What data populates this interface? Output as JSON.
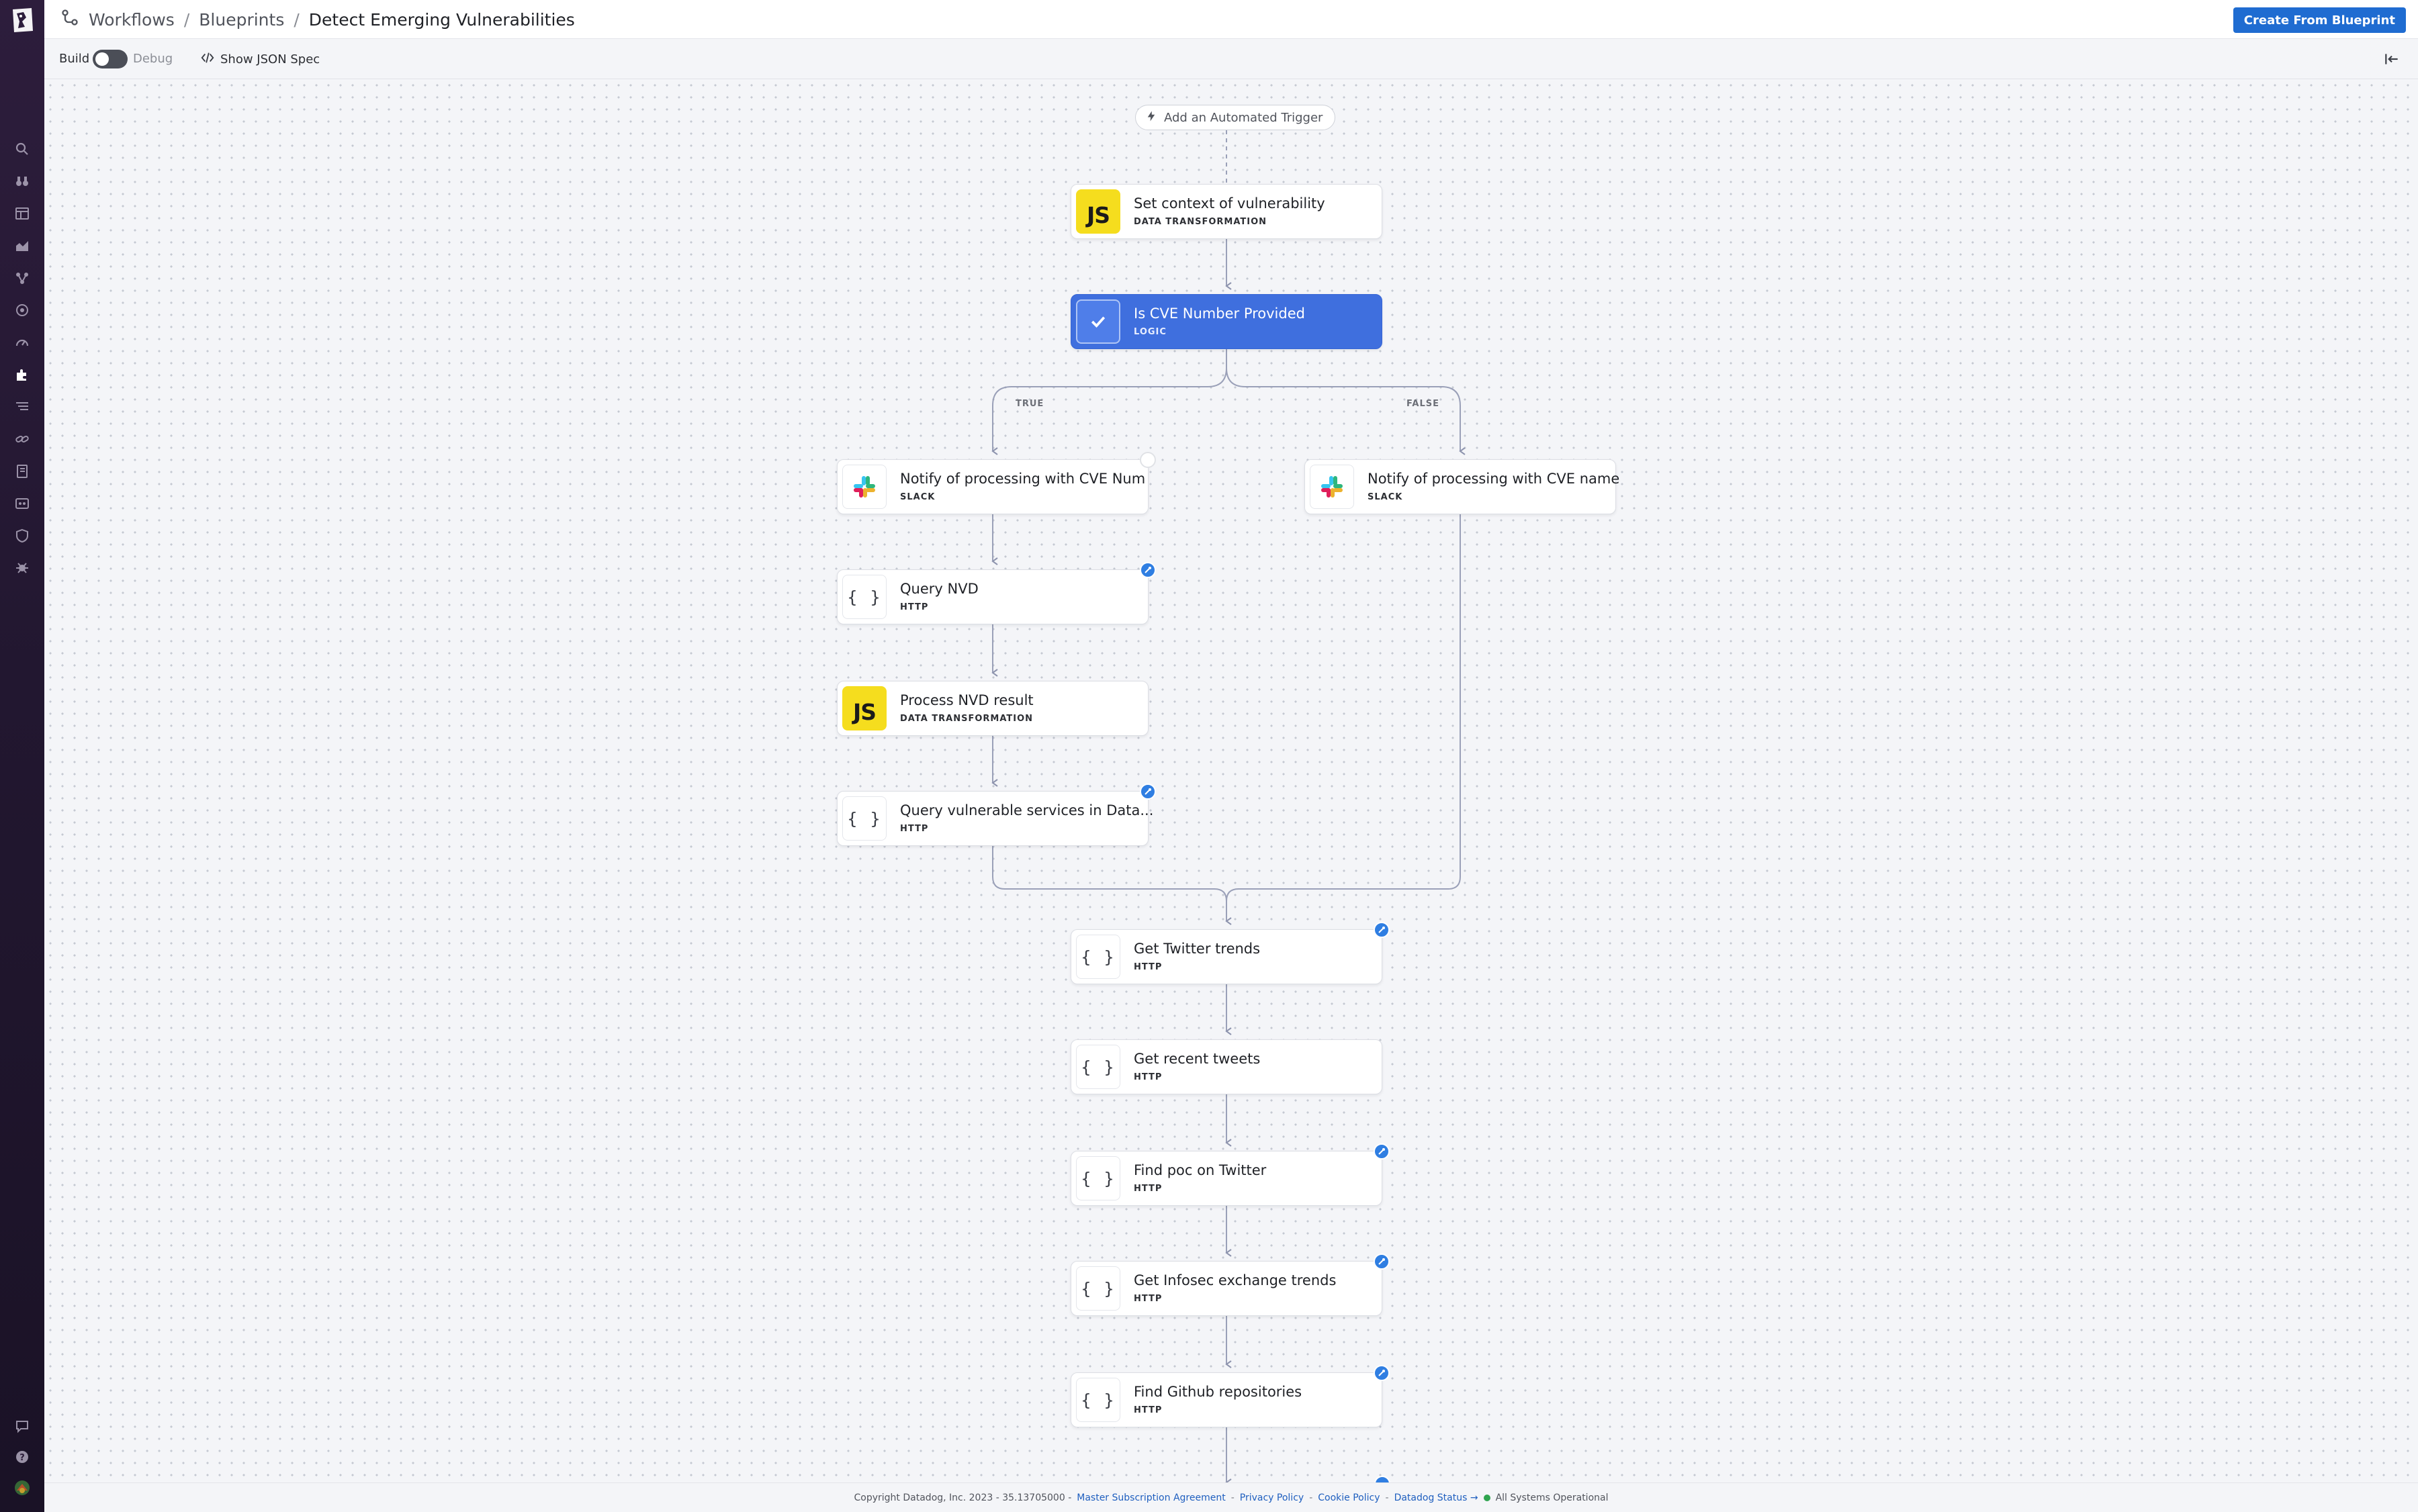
{
  "breadcrumb": {
    "items": [
      "Workflows",
      "Blueprints"
    ],
    "current": "Detect Emerging Vulnerabilities"
  },
  "header": {
    "create_label": "Create From Blueprint"
  },
  "toolbar": {
    "build_label": "Build",
    "debug_label": "Debug",
    "json_label": "Show JSON Spec"
  },
  "canvas": {
    "trigger_label": "Add an Automated Trigger",
    "true_label": "TRUE",
    "false_label": "FALSE"
  },
  "nodes": [
    {
      "title": "Set context of vulnerability",
      "subtitle": "DATA TRANSFORMATION",
      "icon": "js-icon"
    },
    {
      "title": "Is CVE Number Provided",
      "subtitle": "LOGIC",
      "icon": "check-icon"
    },
    {
      "title": "Notify of processing with CVE Num",
      "subtitle": "SLACK",
      "icon": "slack-icon"
    },
    {
      "title": "Notify of processing with CVE name",
      "subtitle": "SLACK",
      "icon": "slack-icon"
    },
    {
      "title": "Query NVD",
      "subtitle": "HTTP",
      "icon": "braces-icon"
    },
    {
      "title": "Process NVD result",
      "subtitle": "DATA TRANSFORMATION",
      "icon": "js-icon"
    },
    {
      "title": "Query vulnerable services in Data...",
      "subtitle": "HTTP",
      "icon": "braces-icon"
    },
    {
      "title": "Get Twitter trends",
      "subtitle": "HTTP",
      "icon": "braces-icon"
    },
    {
      "title": "Get recent tweets",
      "subtitle": "HTTP",
      "icon": "braces-icon"
    },
    {
      "title": "Find poc on Twitter",
      "subtitle": "HTTP",
      "icon": "braces-icon"
    },
    {
      "title": "Get Infosec exchange trends",
      "subtitle": "HTTP",
      "icon": "braces-icon"
    },
    {
      "title": "Find Github repositories",
      "subtitle": "HTTP",
      "icon": "braces-icon"
    }
  ],
  "icons": {
    "js_text": "JS",
    "braces_text": "{ }"
  },
  "footer": {
    "copyright": "Copyright Datadog, Inc. 2023 - 35.13705000 -",
    "links": [
      "Master Subscription Agreement",
      "Privacy Policy",
      "Cookie Policy",
      "Datadog Status →"
    ],
    "status": "All Systems Operational"
  },
  "colors": {
    "accent": "#1f6cd1",
    "selected_node": "#3f6fde",
    "js_yellow": "#f5dd1e",
    "nav_bg": "#2d1d3c",
    "status_green": "#2fa44f"
  }
}
